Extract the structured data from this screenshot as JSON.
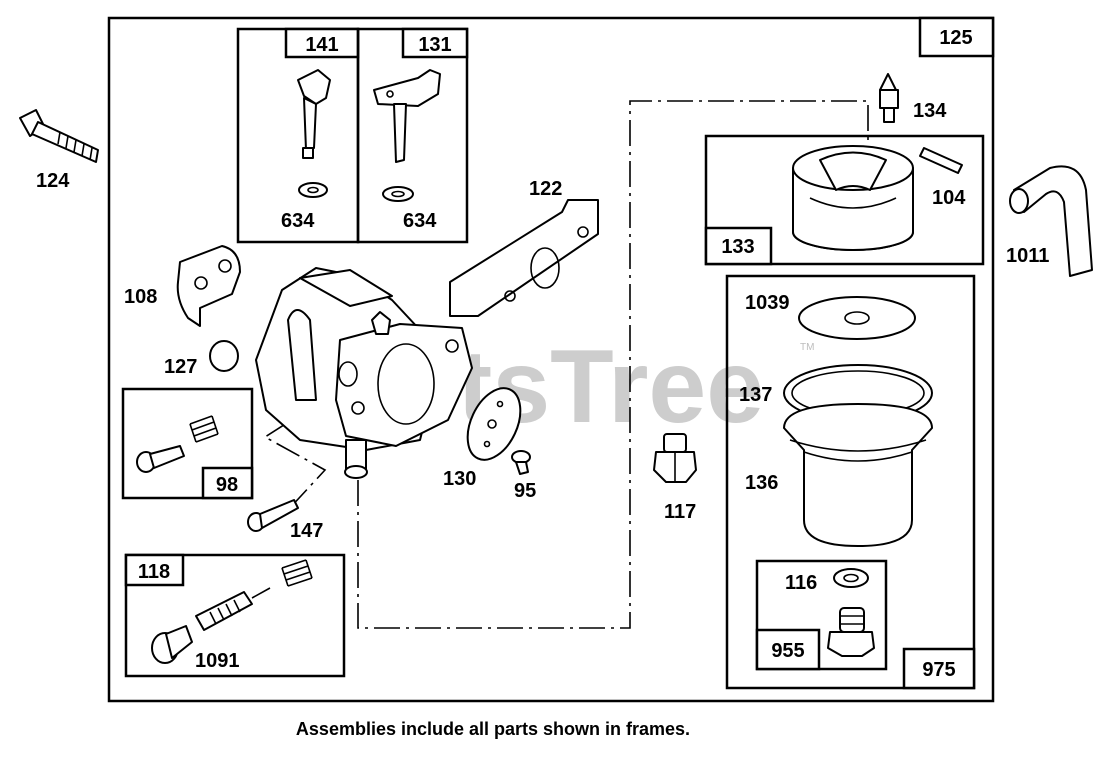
{
  "caption": "Assemblies include all parts shown in frames.",
  "watermark": {
    "text": "PartsTree",
    "tm": "TM"
  },
  "colors": {
    "line": "#000000",
    "background": "#ffffff",
    "watermark": "#bdbdbd"
  },
  "frames": {
    "main": "125",
    "f141": "141",
    "f131": "131",
    "f133": "133",
    "f975": "975",
    "f955": "955",
    "f98": "98",
    "f118": "118"
  },
  "labels": {
    "l124": "124",
    "l141_634": "634",
    "l131_634": "634",
    "l122": "122",
    "l134": "134",
    "l104": "104",
    "l1011": "1011",
    "l108": "108",
    "l127": "127",
    "l1039": "1039",
    "l137": "137",
    "l136": "136",
    "l130": "130",
    "l95": "95",
    "l117": "117",
    "l147": "147",
    "l116": "116",
    "l1091": "1091"
  }
}
